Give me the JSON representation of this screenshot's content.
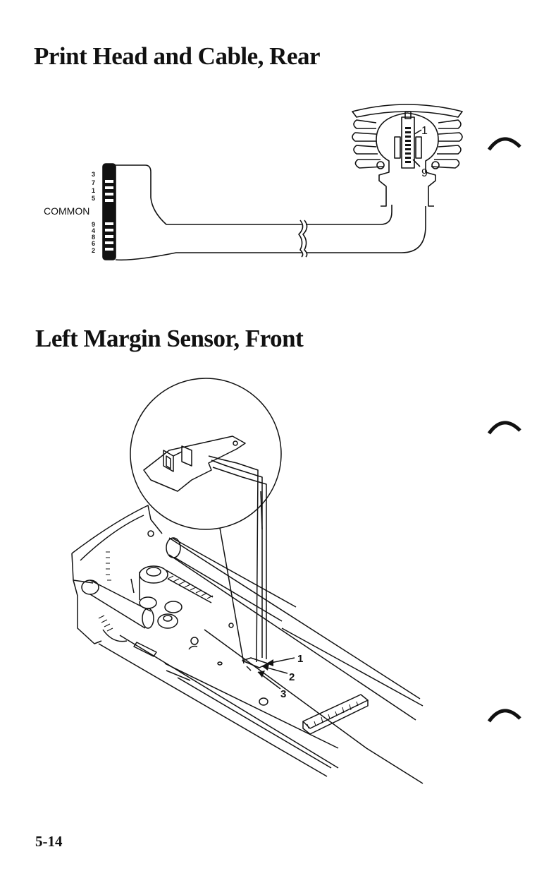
{
  "headings": {
    "print_head": "Print Head and Cable, Rear",
    "margin_sensor": "Left Margin Sensor, Front"
  },
  "figure1": {
    "common_label": "COMMON",
    "pin_labels_top": [
      "3",
      "7",
      "1",
      "5"
    ],
    "pin_labels_bottom": [
      "9",
      "4",
      "8",
      "6",
      "2"
    ],
    "callout_top": "1",
    "callout_bottom": "9"
  },
  "figure2": {
    "callouts": [
      "1",
      "2",
      "3"
    ]
  },
  "footer": {
    "page_number": "5-14"
  },
  "colors": {
    "ink": "#111111",
    "paper": "#ffffff"
  }
}
